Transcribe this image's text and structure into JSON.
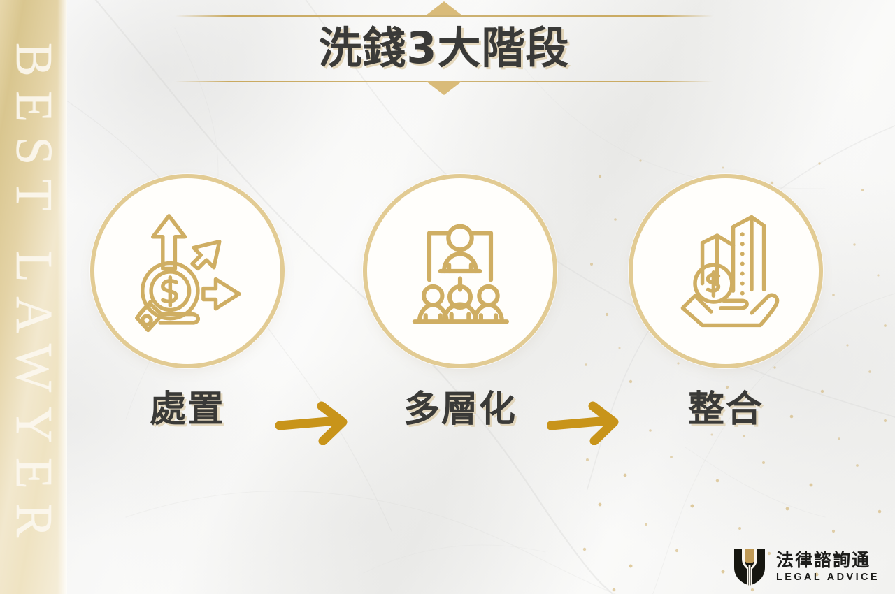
{
  "document": {
    "title": "洗錢3大階段",
    "type": "infographic"
  },
  "sidebar": {
    "vertical_text": "BEST LAWYER",
    "gradient_from": "#d9c68f",
    "gradient_to": "#f6efdd"
  },
  "header": {
    "title": "洗錢3大階段",
    "divider_color": "#c9a95f",
    "diamond_color": "#d9bb79"
  },
  "stages": [
    {
      "index": "1",
      "label": "處置",
      "icon": "hand-holding-coin-with-arrows-icon",
      "icon_color": "#cfae63"
    },
    {
      "index": "2",
      "label": "多層化",
      "icon": "people-hierarchy-icon",
      "icon_color": "#cfae63"
    },
    {
      "index": "3",
      "label": "整合",
      "icon": "hand-holding-buildings-coin-icon",
      "icon_color": "#cfae63"
    }
  ],
  "connectors": [
    {
      "icon": "arrow-right-icon",
      "color": "#c8941a"
    },
    {
      "icon": "arrow-right-icon",
      "color": "#c8941a"
    }
  ],
  "brand": {
    "name_cn": "法律諮詢通",
    "name_en": "LEGAL ADVICE",
    "logo_icon": "shield-crest-logo-icon",
    "logo_dark": "#16160f",
    "logo_gold": "#c09a55"
  },
  "theme": {
    "background": "marble-white",
    "gold": "#cfae63",
    "gold_dark": "#c8941a",
    "gold_light": "#e2cb93",
    "text_dark": "#3a3a38"
  }
}
